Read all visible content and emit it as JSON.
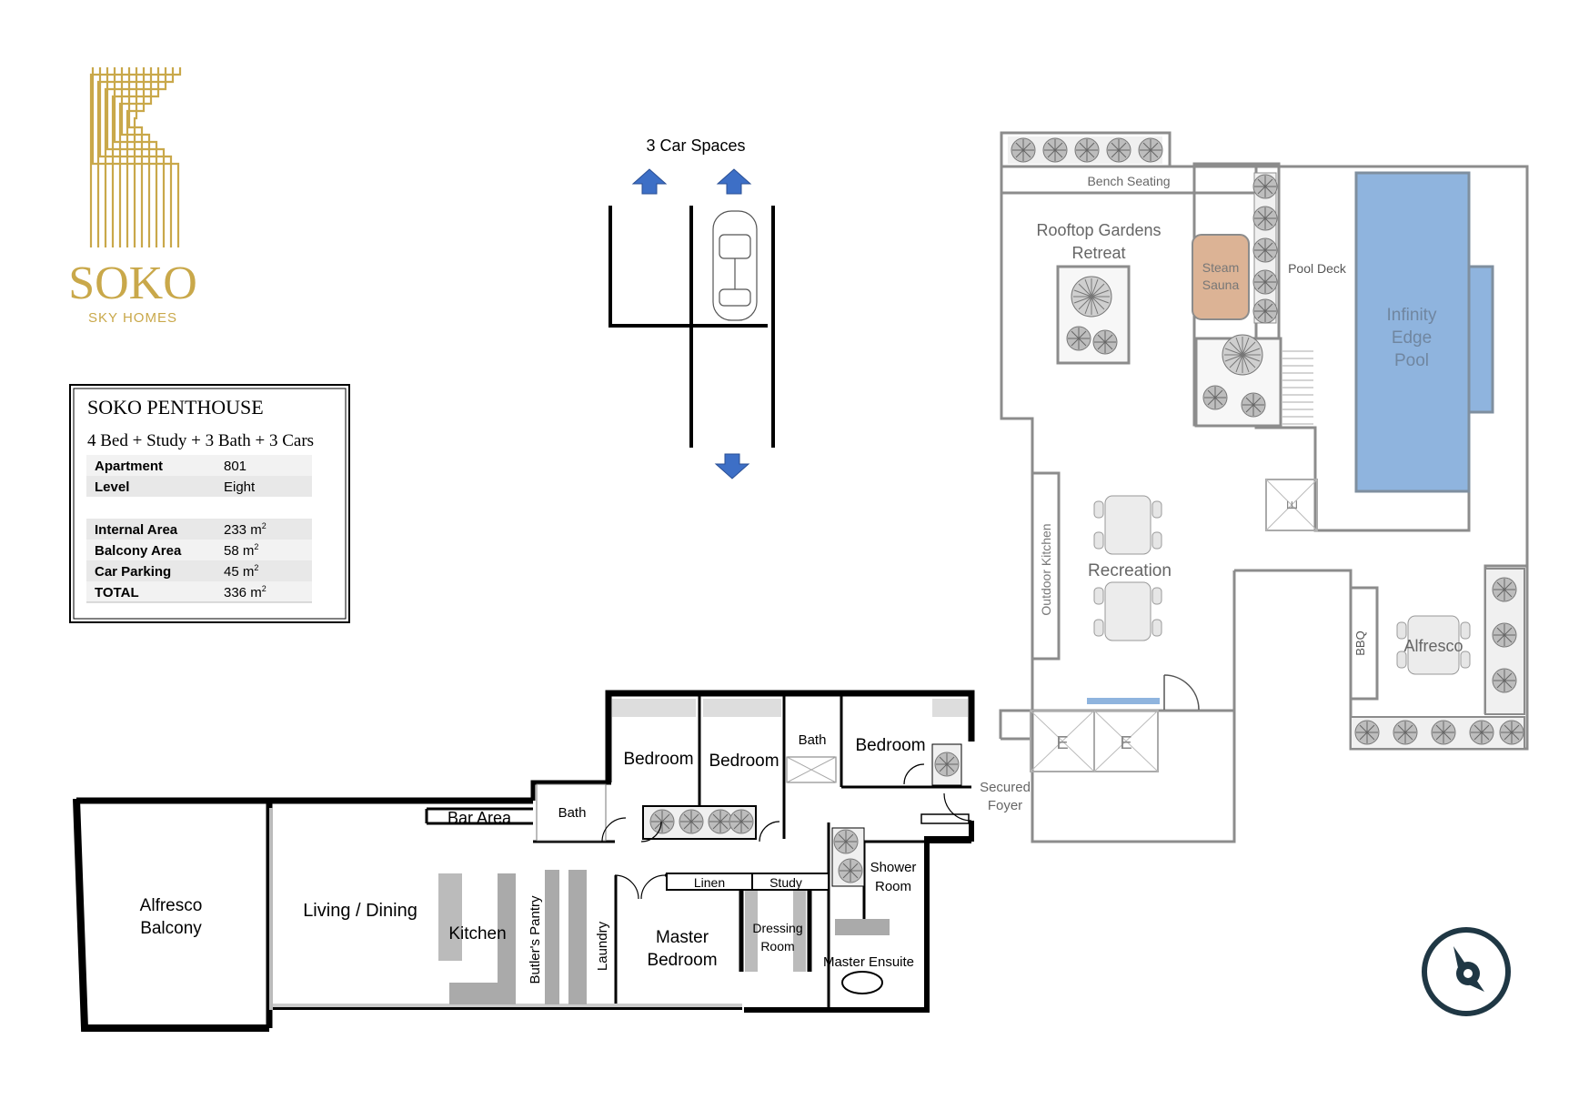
{
  "brand": {
    "name": "SOKO",
    "tagline": "SKY HOMES",
    "color": "#c9a84a"
  },
  "info_box": {
    "title": "SOKO PENTHOUSE",
    "subtitle": "4 Bed + Study + 3 Bath + 3 Cars",
    "rows": [
      {
        "label": "Apartment",
        "value": "801"
      },
      {
        "label": "Level",
        "value": "Eight"
      },
      {
        "label": "Internal Area",
        "value": "233 m",
        "sup": "2"
      },
      {
        "label": "Balcony Area",
        "value": "58 m",
        "sup": "2"
      },
      {
        "label": "Car Parking",
        "value": "45 m",
        "sup": "2"
      },
      {
        "label": "TOTAL",
        "value": "336 m",
        "sup": "2"
      }
    ]
  },
  "parking": {
    "label": "3 Car Spaces",
    "arrow_color": "#3d6fc6"
  },
  "rooftop": {
    "bench_seating": "Bench Seating",
    "gardens_line1": "Rooftop Gardens",
    "gardens_line2": "Retreat",
    "sauna_line1": "Steam",
    "sauna_line2": "Sauna",
    "pool_deck": "Pool Deck",
    "pool_line1": "Infinity",
    "pool_line2": "Edge",
    "pool_line3": "Pool",
    "outdoor_kitchen": "Outdoor Kitchen",
    "recreation": "Recreation",
    "bbq": "BBQ",
    "alfresco": "Alfresco",
    "elevator": "E",
    "pool_color": "#8fb4de",
    "sauna_color": "#dcb395"
  },
  "apartment": {
    "alfresco_line1": "Alfresco",
    "alfresco_line2": "Balcony",
    "living": "Living / Dining",
    "bar_area": "Bar Area",
    "kitchen": "Kitchen",
    "butlers_pantry": "Butler's Pantry",
    "laundry": "Laundry",
    "bath_small": "Bath",
    "bedroom_1": "Bedroom",
    "bedroom_2": "Bedroom",
    "bath_top": "Bath",
    "bedroom_3": "Bedroom",
    "secured_line1": "Secured",
    "secured_line2": "Foyer",
    "linen": "Linen",
    "study": "Study",
    "master_line1": "Master",
    "master_line2": "Bedroom",
    "dressing_line1": "Dressing",
    "dressing_line2": "Room",
    "shower_line1": "Shower",
    "shower_line2": "Room",
    "master_ensuite": "Master Ensuite"
  },
  "compass": {
    "icon": "compass-icon",
    "color": "#1f3744"
  }
}
